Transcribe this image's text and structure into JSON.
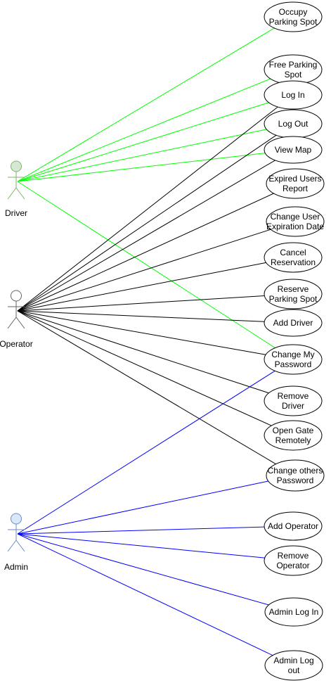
{
  "actors": {
    "driver": {
      "label": "Driver",
      "fill": "#d5e8d4",
      "stroke": "#82b366",
      "line_color": "#00ff00"
    },
    "operator": {
      "label": "Operator",
      "fill": "#ffffff",
      "stroke": "#666666",
      "line_color": "#000000"
    },
    "admin": {
      "label": "Admin",
      "fill": "#dae8fc",
      "stroke": "#6c8ebf",
      "line_color": "#0000ff"
    }
  },
  "use_cases": {
    "occupy_parking_spot": [
      "Occupy",
      "Parking Spot"
    ],
    "free_parking_spot": [
      "Free Parking",
      "Spot"
    ],
    "log_in": [
      "Log In"
    ],
    "log_out": [
      "Log Out"
    ],
    "view_map": [
      "View Map"
    ],
    "expired_users_report": [
      "Expired Users",
      "Report"
    ],
    "change_user_expiration_date": [
      "Change User",
      "Expiration Date"
    ],
    "cancel_reservation": [
      "Cancel",
      "Reservation"
    ],
    "reserve_parking_spot": [
      "Reserve",
      "Parking Spot"
    ],
    "add_driver": [
      "Add Driver"
    ],
    "change_my_password": [
      "Change My",
      "Password"
    ],
    "remove_driver": [
      "Remove",
      "Driver"
    ],
    "open_gate_remotely": [
      "Open Gate",
      "Remotely"
    ],
    "change_others_password": [
      "Change others",
      "Password"
    ],
    "add_operator": [
      "Add Operator"
    ],
    "remove_operator": [
      "Remove",
      "Operator"
    ],
    "admin_log_in": [
      "Admin Log In"
    ],
    "admin_log_out": [
      "Admin Log",
      "out"
    ]
  },
  "associations": {
    "driver": [
      "occupy_parking_spot",
      "free_parking_spot",
      "log_in",
      "log_out",
      "view_map",
      "change_my_password"
    ],
    "operator": [
      "log_in",
      "log_out",
      "view_map",
      "expired_users_report",
      "change_user_expiration_date",
      "cancel_reservation",
      "reserve_parking_spot",
      "add_driver",
      "change_my_password",
      "remove_driver",
      "open_gate_remotely",
      "change_others_password"
    ],
    "admin": [
      "change_my_password",
      "change_others_password",
      "add_operator",
      "remove_operator",
      "admin_log_in",
      "admin_log_out"
    ]
  }
}
